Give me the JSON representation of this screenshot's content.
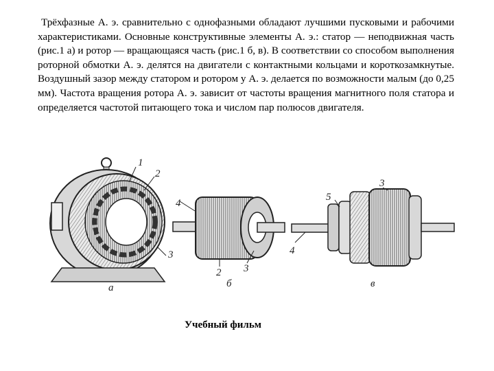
{
  "text": {
    "paragraph": "Трёхфазные А. э. сравнительно с однофазными обладают лучшими пусковыми и рабочими характеристиками. Основные конструктивные элементы А. э.: статор — неподвижная часть (рис.1 а) и ротор — вращающаяся часть (рис.1 б, в). В соответствии со способом выполнения роторной обмотки А. э. делятся на двигатели с контактными кольцами и короткозамкнутые. Воздушный зазор между статором и ротором у А. э. делается по возможности малым (до 0,25 мм). Частота вращения ротора А. э. зависит от частоты вращения магнитного поля статора и определяется частотой питающего тока и числом пар полюсов двигателя.",
    "caption": "Учебный фильм"
  },
  "figure": {
    "stator": {
      "letter": "а",
      "labels": [
        "1",
        "2",
        "3"
      ]
    },
    "rotor_cage": {
      "letter": "б",
      "labels": [
        "4",
        "2",
        "3"
      ]
    },
    "rotor_wound": {
      "letter": "в",
      "labels": [
        "3",
        "5",
        "4"
      ]
    }
  }
}
